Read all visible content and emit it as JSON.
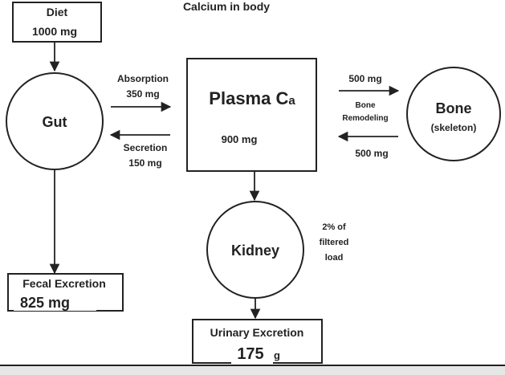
{
  "title": "Calcium in body",
  "diet": {
    "label": "Diet",
    "amount": "1000 mg"
  },
  "gut": {
    "label": "Gut"
  },
  "plasma": {
    "label_main": "Plasma C",
    "label_sub": "a",
    "amount": "900 mg"
  },
  "bone": {
    "label": "Bone",
    "sublabel": "(skeleton)"
  },
  "kidney": {
    "label": "Kidney",
    "note_lines": [
      "2% of",
      "filtered",
      "load"
    ]
  },
  "absorption": {
    "label": "Absorption",
    "amount": "350 mg"
  },
  "secretion": {
    "label": "Secretion",
    "amount": "150 mg"
  },
  "bone_remodeling": {
    "label_lines": [
      "Bone",
      "Remodeling"
    ],
    "out_amount": "500 mg",
    "in_amount": "500 mg"
  },
  "fecal_excretion": {
    "label": "Fecal Excretion",
    "amount": "825 mg"
  },
  "urinary_excretion": {
    "label": "Urinary Excretion",
    "amount": "175",
    "unit_fragment": "g"
  }
}
